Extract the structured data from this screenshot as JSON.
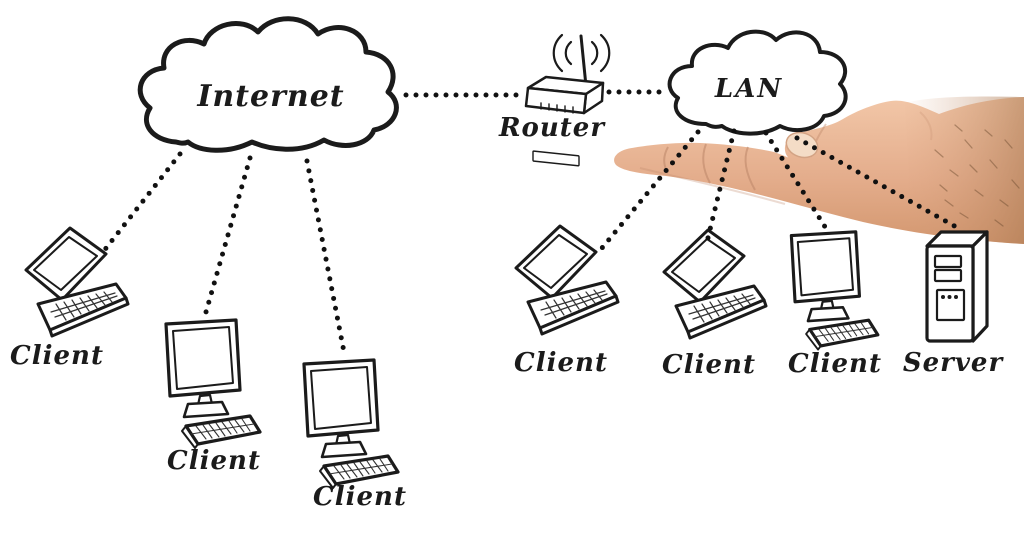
{
  "diagram": {
    "kind": "hand-drawn network diagram with photographic hand holding LAN cloud",
    "nodes": {
      "internet": {
        "label": "Internet",
        "type": "cloud"
      },
      "router": {
        "label": "Router",
        "type": "wireless-router"
      },
      "lan": {
        "label": "LAN",
        "type": "cloud"
      }
    },
    "internet_clients": [
      {
        "label": "Client",
        "device": "laptop"
      },
      {
        "label": "Client",
        "device": "desktop"
      },
      {
        "label": "Client",
        "device": "desktop"
      }
    ],
    "lan_devices": [
      {
        "label": "Client",
        "device": "laptop"
      },
      {
        "label": "Client",
        "device": "laptop"
      },
      {
        "label": "Client",
        "device": "desktop"
      },
      {
        "label": "Server",
        "device": "server-tower"
      }
    ],
    "connections": [
      {
        "from": "Internet",
        "to": "Router",
        "style": "dotted"
      },
      {
        "from": "Router",
        "to": "LAN",
        "style": "dotted"
      },
      {
        "from": "Internet",
        "to": "Client 1",
        "style": "dotted"
      },
      {
        "from": "Internet",
        "to": "Client 2",
        "style": "dotted"
      },
      {
        "from": "Internet",
        "to": "Client 3",
        "style": "dotted"
      },
      {
        "from": "LAN",
        "to": "Client 4",
        "style": "dotted"
      },
      {
        "from": "LAN",
        "to": "Client 5",
        "style": "dotted"
      },
      {
        "from": "LAN",
        "to": "Client 6",
        "style": "dotted"
      },
      {
        "from": "LAN",
        "to": "Server",
        "style": "dotted"
      }
    ],
    "colors": {
      "ink": "#1b1b1b",
      "background": "#ffffff",
      "skin_light": "#f0c4a5",
      "skin_dark": "#d append69c7c"
    }
  }
}
